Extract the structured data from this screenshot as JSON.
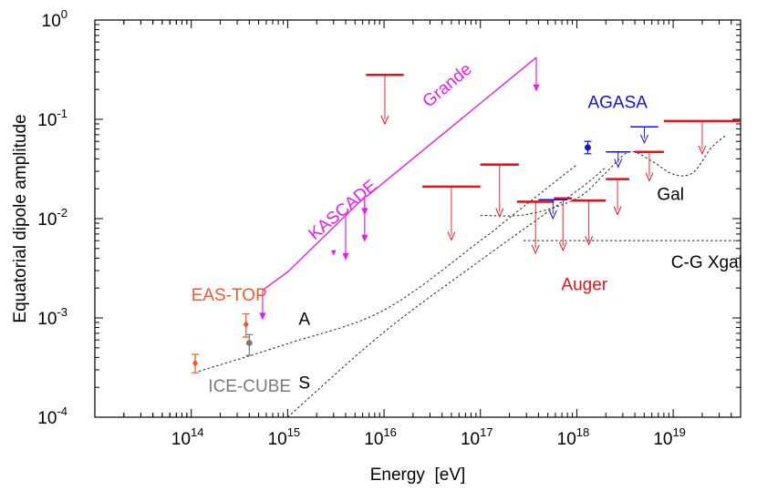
{
  "chart_data": {
    "type": "scatter",
    "title": "",
    "xlabel": "Energy  [eV]",
    "ylabel": "Equatorial dipole amplitude",
    "xscale": "log",
    "yscale": "log",
    "xlim": [
      10000000000000.0,
      5e+19
    ],
    "ylim": [
      0.0001,
      1
    ],
    "grid": false,
    "x_ticks": [
      {
        "base": "10",
        "exp": "14",
        "value": 100000000000000.0
      },
      {
        "base": "10",
        "exp": "15",
        "value": 1000000000000000.0
      },
      {
        "base": "10",
        "exp": "16",
        "value": 1e+16
      },
      {
        "base": "10",
        "exp": "17",
        "value": 1e+17
      },
      {
        "base": "10",
        "exp": "18",
        "value": 1e+18
      },
      {
        "base": "10",
        "exp": "19",
        "value": 1e+19
      }
    ],
    "y_ticks": [
      {
        "base": "10",
        "exp": "0",
        "value": 1
      },
      {
        "base": "10",
        "exp": "-1",
        "value": 0.1
      },
      {
        "base": "10",
        "exp": "-2",
        "value": 0.01
      },
      {
        "base": "10",
        "exp": "-3",
        "value": 0.001
      },
      {
        "base": "10",
        "exp": "-4",
        "value": 0.0001
      }
    ],
    "colors": {
      "auger": "#e8101a",
      "agasa": "#1010e0",
      "kascade": "#e81ce8",
      "eastop": "#ef5a28",
      "icecube": "#7a7a7a",
      "model": "#222222"
    },
    "measurements": [
      {
        "experiment": "EAS-TOP",
        "color": "#ef5a28",
        "x": 110000000000000.0,
        "y": 0.00035,
        "ylow": 0.00028,
        "yhigh": 0.00043
      },
      {
        "experiment": "EAS-TOP",
        "color": "#ef5a28",
        "x": 370000000000000.0,
        "y": 0.00086,
        "ylow": 0.00064,
        "yhigh": 0.0011
      },
      {
        "experiment": "ICE-CUBE",
        "color": "#7a7a7a",
        "x": 400000000000000.0,
        "y": 0.00056,
        "ylow": 0.00042,
        "yhigh": 0.00068
      },
      {
        "experiment": "AGASA",
        "color": "#1010e0",
        "x": 1.3e+18,
        "y": 0.052,
        "ylow": 0.045,
        "yhigh": 0.06
      }
    ],
    "upper_limits": [
      {
        "experiment": "Auger",
        "x1": 6500000000000000.0,
        "x2": 1.6e+16,
        "y": 0.28,
        "ytip": 0.09
      },
      {
        "experiment": "Auger",
        "x1": 2.5e+16,
        "x2": 1e+17,
        "y": 0.021,
        "ytip": 0.0061
      },
      {
        "experiment": "Auger",
        "x1": 1e+17,
        "x2": 2.5e+17,
        "y": 0.035,
        "ytip": 0.0105
      },
      {
        "experiment": "Auger",
        "x1": 2.4e+17,
        "x2": 5.8e+17,
        "y": 0.0148,
        "ytip": 0.0045
      },
      {
        "experiment": "Auger",
        "x1": 5.8e+17,
        "x2": 8.9e+17,
        "y": 0.016,
        "ytip": 0.0048
      },
      {
        "experiment": "Auger",
        "x1": 8.9e+17,
        "x2": 2e+18,
        "y": 0.0152,
        "ytip": 0.0055
      },
      {
        "experiment": "Auger",
        "x1": 2e+18,
        "x2": 3.5e+18,
        "y": 0.025,
        "ytip": 0.011
      },
      {
        "experiment": "Auger",
        "x1": 4e+18,
        "x2": 8e+18,
        "y": 0.047,
        "ytip": 0.024
      },
      {
        "experiment": "Auger",
        "x1": 8e+18,
        "x2": 5e+19,
        "y": 0.096,
        "ytip": 0.045
      },
      {
        "experiment": "AGASA",
        "x1": 4e+17,
        "x2": 8e+17,
        "y": 0.0155,
        "ytip": 0.01
      },
      {
        "experiment": "AGASA",
        "x1": 2e+18,
        "x2": 3.6e+18,
        "y": 0.047,
        "ytip": 0.033
      },
      {
        "experiment": "AGASA",
        "x1": 3.6e+18,
        "x2": 7e+18,
        "y": 0.084,
        "ytip": 0.058
      }
    ],
    "kascade_envelopes": [
      {
        "name": "KASCADE",
        "points": [
          [
            550000000000000.0,
            0.0019
          ],
          [
            1000000000000000.0,
            0.0029
          ],
          [
            6300000000000000.0,
            0.0165
          ]
        ],
        "arrows": [
          [
            550000000000000.0,
            0.0019,
            0.00095
          ],
          [
            6300000000000000.0,
            0.0165,
            0.0108
          ]
        ]
      },
      {
        "name": "Grande",
        "points": [
          [
            6500000000000000.0,
            0.0165
          ],
          [
            3.8e+17,
            0.42
          ]
        ],
        "arrows": [
          [
            4000000000000000.0,
            0.0108,
            0.0038
          ],
          [
            6300000000000000.0,
            0.0165,
            0.0058
          ],
          [
            3.8e+17,
            0.42,
            0.19
          ]
        ]
      }
    ],
    "kascade_marker": {
      "x": 3000000000000000.0,
      "y": 0.0045
    },
    "models": [
      {
        "name": "A",
        "points": [
          [
            120000000000000.0,
            0.00029
          ],
          [
            1000000000000000.0,
            0.00055
          ],
          [
            1e+16,
            0.0012
          ],
          [
            1e+17,
            0.006
          ],
          [
            2e+17,
            0.0102
          ],
          [
            1e+18,
            0.035
          ]
        ]
      },
      {
        "name": "S",
        "points": [
          [
            1000000000000000.0,
            0.0001
          ],
          [
            1e+16,
            0.00072
          ],
          [
            1e+17,
            0.0038
          ],
          [
            1e+18,
            0.019
          ],
          [
            2e+18,
            0.033
          ]
        ]
      },
      {
        "name": "Gal",
        "points": [
          [
            1e+17,
            0.0108
          ],
          [
            3e+17,
            0.011
          ],
          [
            1e+18,
            0.016
          ],
          [
            2e+18,
            0.029
          ],
          [
            3.5e+18,
            0.047
          ],
          [
            6e+18,
            0.038
          ],
          [
            1e+19,
            0.028
          ],
          [
            1.6e+19,
            0.029
          ],
          [
            2.5e+19,
            0.052
          ],
          [
            3.6e+19,
            0.07
          ]
        ]
      },
      {
        "name": "C-G Xgal",
        "points": [
          [
            2.8e+17,
            0.006
          ],
          [
            5e+19,
            0.006
          ]
        ]
      }
    ],
    "labels": [
      {
        "text": "EAS-TOP",
        "color": "#ef5a28",
        "x": 100000000000000.0,
        "y": 0.0015,
        "rotate": 0
      },
      {
        "text": "ICE-CUBE",
        "color": "#7a7a7a",
        "x": 150000000000000.0,
        "y": 0.00018,
        "rotate": 0
      },
      {
        "text": "KASCADE",
        "color": "#e81ce8",
        "x": 1900000000000000.0,
        "y": 0.006,
        "rotate": -40
      },
      {
        "text": "Grande",
        "color": "#e81ce8",
        "x": 2.9e+16,
        "y": 0.13,
        "rotate": -40
      },
      {
        "text": "AGASA",
        "color": "#1010e0",
        "x": 1.3e+18,
        "y": 0.13,
        "rotate": 0
      },
      {
        "text": "Auger",
        "color": "#e8101a",
        "x": 6.9e+17,
        "y": 0.0019,
        "rotate": 0
      },
      {
        "text": "A",
        "color": "#000000",
        "x": 1300000000000000.0,
        "y": 0.00085,
        "rotate": 0
      },
      {
        "text": "S",
        "color": "#000000",
        "x": 1300000000000000.0,
        "y": 0.000195,
        "rotate": 0
      },
      {
        "text": "Gal",
        "color": "#000000",
        "x": 6.8e+18,
        "y": 0.0155,
        "rotate": 0
      },
      {
        "text": "C-G Xgal",
        "color": "#000000",
        "x": 9.5e+18,
        "y": 0.0032,
        "rotate": 0
      }
    ]
  }
}
